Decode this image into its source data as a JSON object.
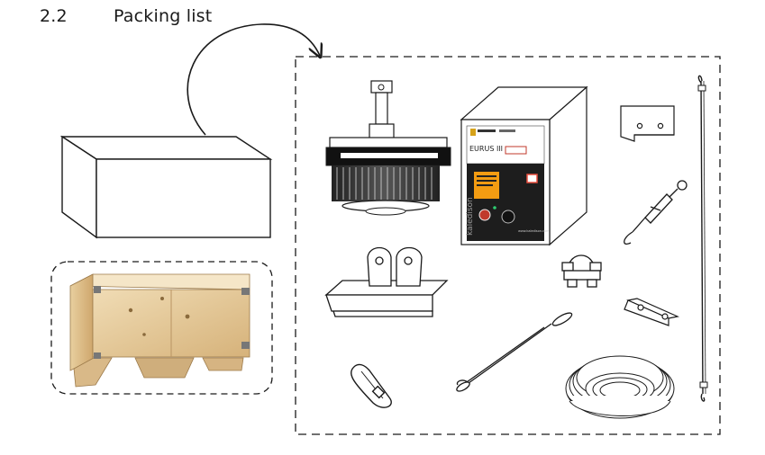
{
  "section": {
    "number": "2.2",
    "title": "Packing list"
  },
  "device": {
    "model": "EURUS III",
    "brand_vertical": "kaledison",
    "website": "www.kaledison.com"
  }
}
